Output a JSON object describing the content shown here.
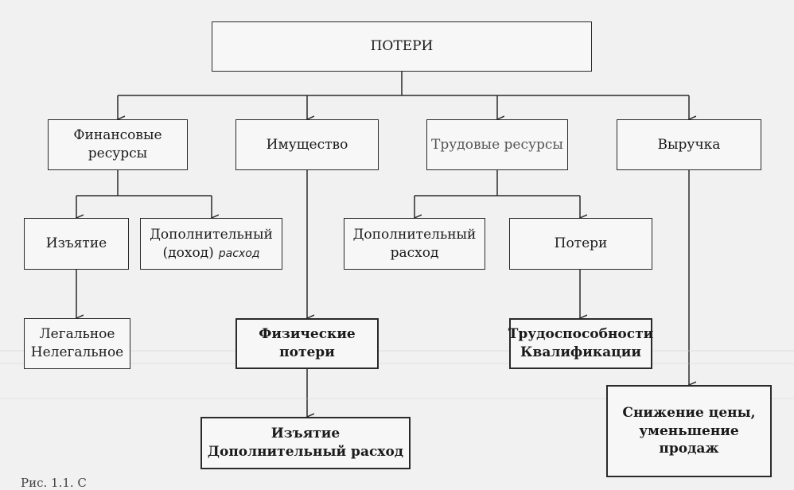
{
  "diagram": {
    "root": "ПОТЕРИ",
    "level1": {
      "finance": [
        "Финансовые",
        "ресурсы"
      ],
      "property": "Имущество",
      "labor": "Трудовые ресурсы",
      "revenue": "Выручка"
    },
    "finance_children": {
      "withdrawal": "Изъятие",
      "additional": "Дополнительный",
      "additional_printed": "(доход)",
      "additional_handwritten": "расход",
      "legal": [
        "Легальное",
        "Нелегальное"
      ]
    },
    "property_children": {
      "physical": [
        "Физические",
        "потери"
      ],
      "physical_sub": [
        "Изъятие",
        "Дополнительный расход"
      ]
    },
    "labor_children": {
      "additional": [
        "Дополнительный",
        "расход"
      ],
      "losses": "Потери",
      "ability": [
        "Трудоспособности",
        "Квалификации"
      ]
    },
    "revenue_children": {
      "decline": [
        "Снижение цены,",
        "уменьшение",
        "продаж"
      ]
    },
    "caption": "Рис. 1.1. С"
  }
}
